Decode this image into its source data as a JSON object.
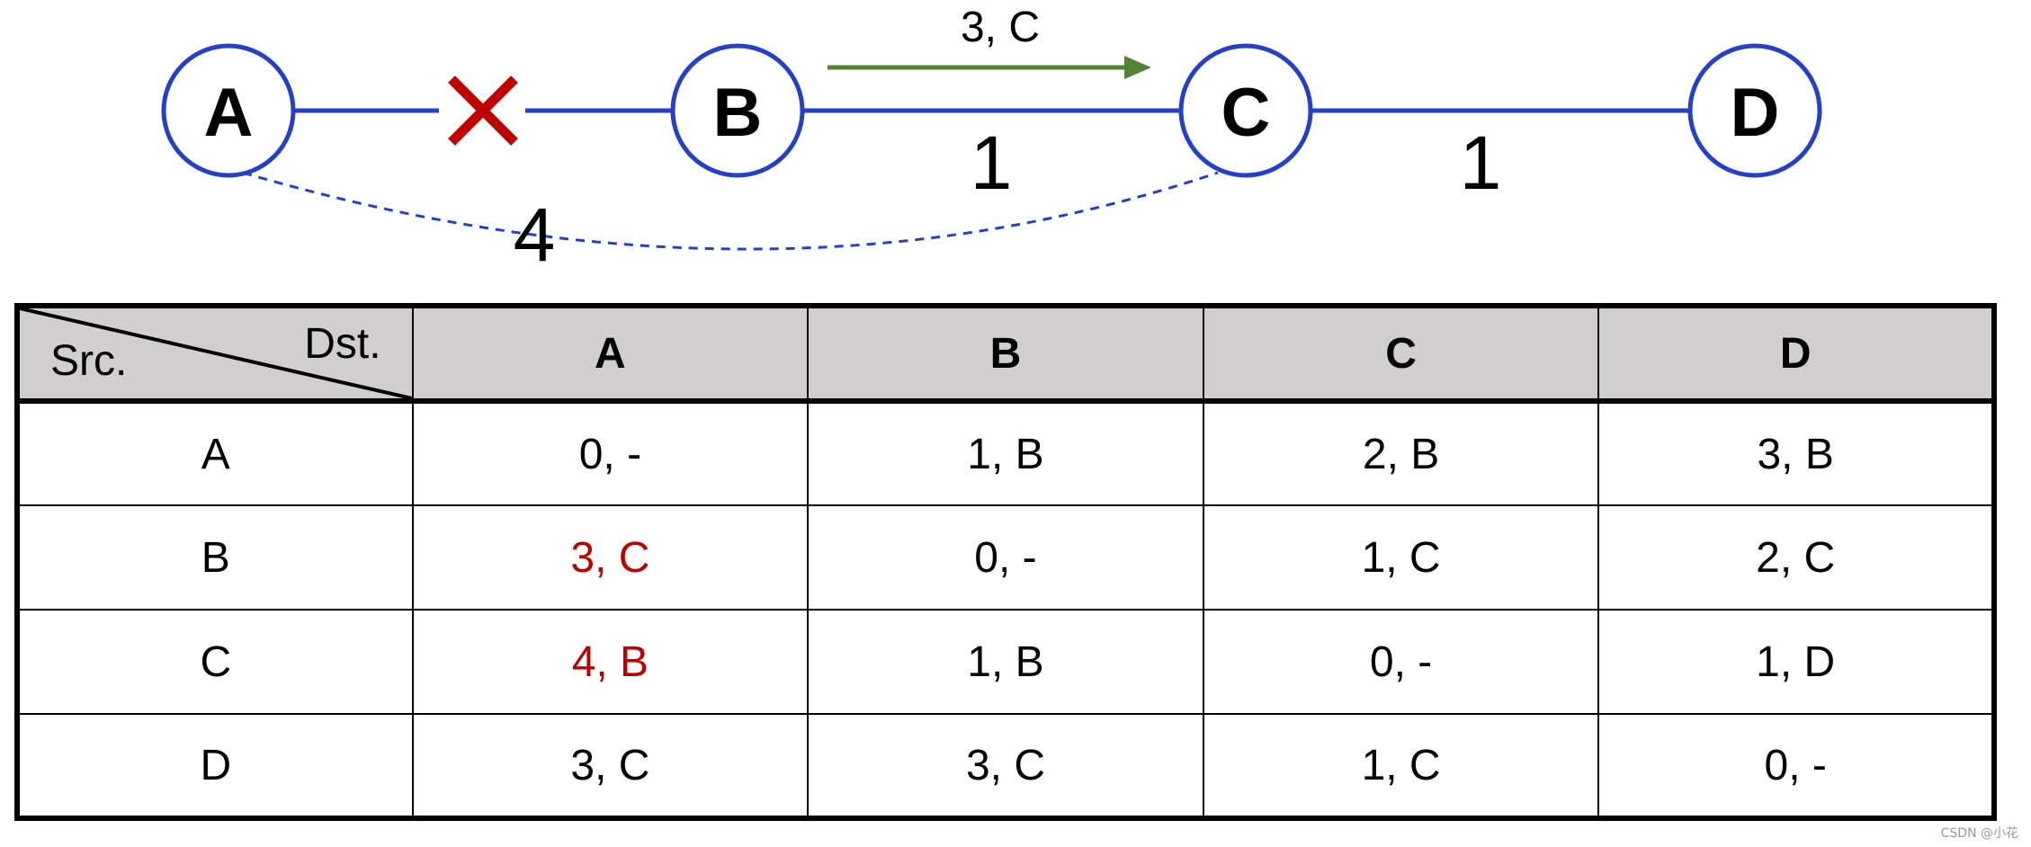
{
  "diagram": {
    "nodes": [
      {
        "id": "A",
        "label": "A"
      },
      {
        "id": "B",
        "label": "B"
      },
      {
        "id": "C",
        "label": "C"
      },
      {
        "id": "D",
        "label": "D"
      }
    ],
    "links": [
      {
        "from": "A",
        "to": "B",
        "status": "failed"
      },
      {
        "from": "B",
        "to": "C",
        "cost": "1"
      },
      {
        "from": "C",
        "to": "D",
        "cost": "1"
      },
      {
        "from": "A",
        "to": "C",
        "cost": "4",
        "style": "dashed"
      }
    ],
    "advertisement": {
      "label": "3, C",
      "direction": "B-to-C"
    },
    "colors": {
      "link": "#2440c8",
      "failure_mark": "#c00000",
      "advertisement_arrow": "#538135",
      "changed_entry": "#c00000",
      "header_background": "#d0cecf"
    }
  },
  "table": {
    "corner": {
      "dst_label": "Dst.",
      "src_label": "Src."
    },
    "columns": [
      "A",
      "B",
      "C",
      "D"
    ],
    "rows": [
      {
        "src": "A",
        "cells": [
          "0, -",
          "1, B",
          "2, B",
          "3, B"
        ]
      },
      {
        "src": "B",
        "cells": [
          "3, C",
          "0, -",
          "1, C",
          "2, C"
        ]
      },
      {
        "src": "C",
        "cells": [
          "4, B",
          "1, B",
          "0, -",
          "1, D"
        ]
      },
      {
        "src": "D",
        "cells": [
          "3, C",
          "3, C",
          "1, C",
          "0, -"
        ]
      }
    ],
    "changed_cells": [
      {
        "row": "B",
        "column": "A"
      },
      {
        "row": "C",
        "column": "A"
      }
    ]
  },
  "watermark": "CSDN @小花"
}
